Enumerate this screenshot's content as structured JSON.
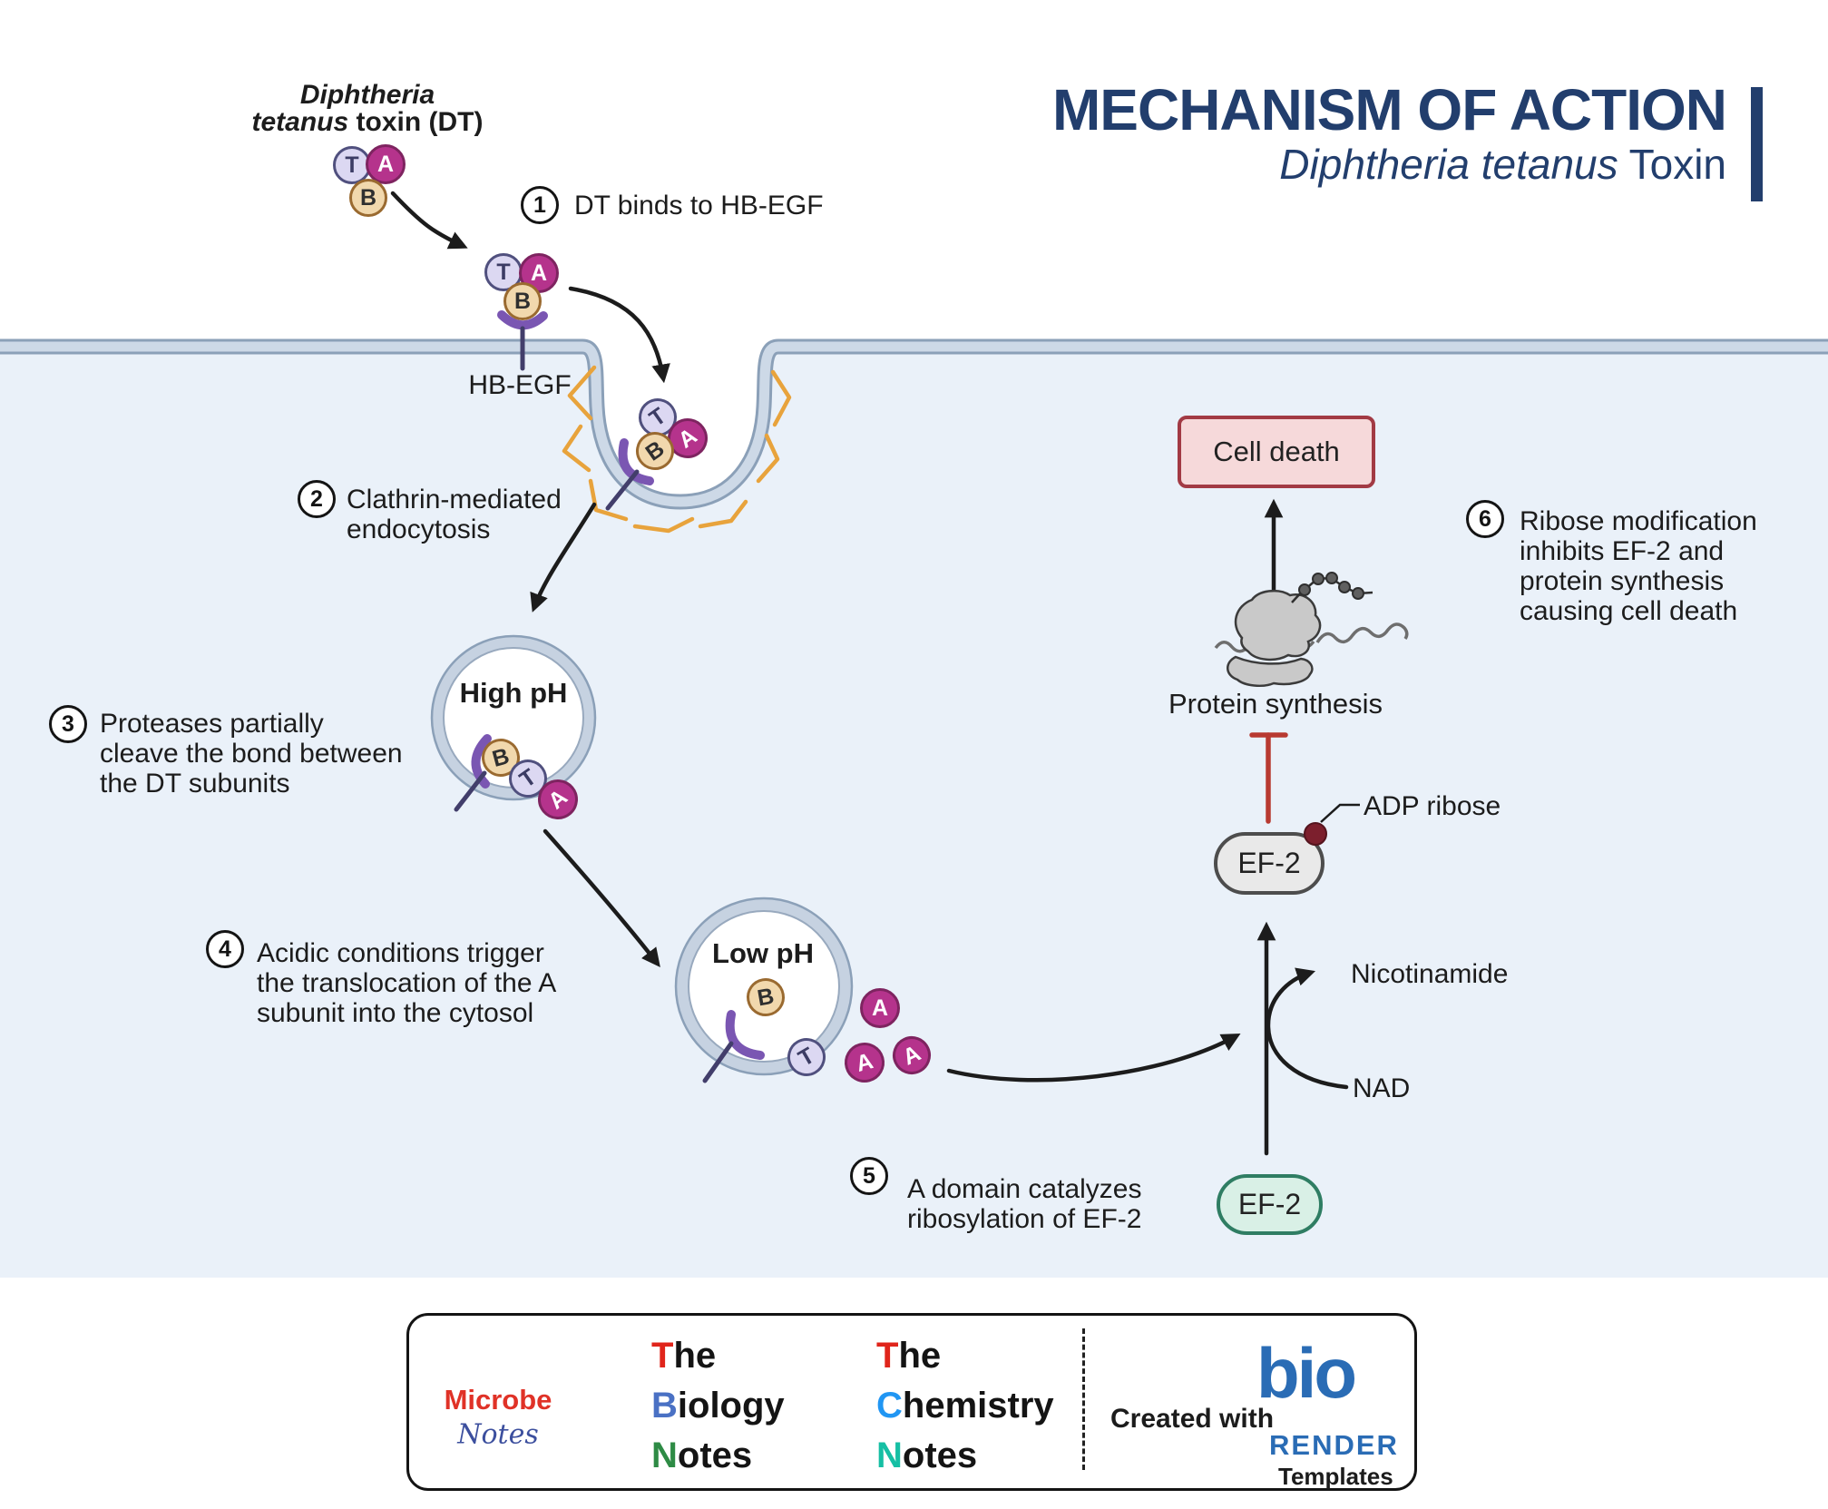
{
  "title": {
    "line1": "MECHANISM OF ACTION",
    "line2_italic": "Diphtheria tetanus",
    "line2_rest": " Toxin"
  },
  "toxin_label": {
    "line1_italic": "Diphtheria",
    "line2_italic": "tetanus",
    "line2_rest": " toxin (DT)"
  },
  "subunits": {
    "t": "T",
    "a": "A",
    "b": "B"
  },
  "receptor_label": "HB-EGF",
  "steps": [
    {
      "num": "1",
      "text": "DT binds to HB-EGF"
    },
    {
      "num": "2",
      "text": "Clathrin-mediated\nendocytosis"
    },
    {
      "num": "3",
      "text": "Proteases partially\ncleave the bond between\nthe DT subunits"
    },
    {
      "num": "4",
      "text": "Acidic conditions trigger\nthe translocation of the A\nsubunit into the cytosol"
    },
    {
      "num": "5",
      "text": "A domain catalyzes\nribosylation of EF-2"
    },
    {
      "num": "6",
      "text": "Ribose modification\ninhibits EF-2 and\nprotein synthesis\ncausing cell death"
    }
  ],
  "vesicles": {
    "high": "High pH",
    "low": "Low pH"
  },
  "pathway": {
    "cell_death": "Cell death",
    "protein_synthesis": "Protein synthesis",
    "adp_ribose": "ADP ribose",
    "nicotinamide": "Nicotinamide",
    "nad": "NAD",
    "ef2": "EF-2"
  },
  "footer": {
    "microbe": {
      "name": "Microbe",
      "notes": "Notes"
    },
    "biology": {
      "t": "T",
      "he": "he",
      "b": "B",
      "iology": "iology",
      "n": "N",
      "otes": "otes"
    },
    "chemistry": {
      "t": "T",
      "he": "he",
      "c": "C",
      "hemistry": "hemistry",
      "n": "N",
      "otes": "otes"
    },
    "created_with": "Created with",
    "biorender": {
      "bio": "bio",
      "render": "RENDER",
      "templates": "Templates"
    }
  },
  "colors": {
    "title_navy": "#223e6d",
    "cytosol": "#eaf1f9",
    "membrane_edge": "#8ba0b8",
    "membrane_fill": "#cdd9e7",
    "clathrin_orange": "#e8a33c",
    "subunit_t": "#dcd8f2",
    "subunit_a": "#b5338c",
    "subunit_b": "#f1d8ad",
    "receptor_purple": "#7a56b2",
    "cell_death_fill": "#f6d9da",
    "cell_death_border": "#a23a44",
    "ef2_gray": "#e9e9e9",
    "ef2_green": "#d9f0e6",
    "adp_dot": "#7c1f2d",
    "inhibit_red": "#b83a31",
    "arrow_black": "#1c1c1c"
  }
}
